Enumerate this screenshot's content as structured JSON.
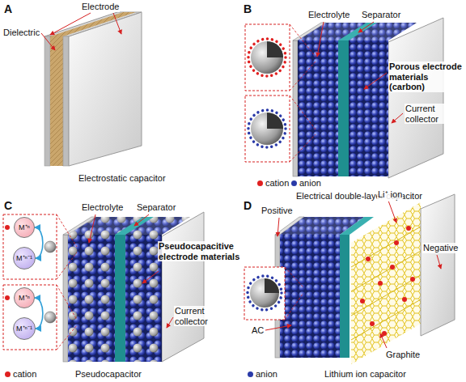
{
  "diagram": {
    "nodes": [
      {
        "text": [
          "M⁺ⁿ"
        ]
      },
      {
        "text": [
          "M⁺ⁿ⁻¹"
        ]
      },
      {
        "text": [
          "M⁺ⁿ"
        ]
      },
      {
        "text": [
          "M⁺ⁿ⁻¹"
        ]
      }
    ],
    "edges": [
      {
        "from": 0,
        "to": 1,
        "arrow": "both"
      },
      {
        "from": 2,
        "to": 3,
        "arrow": "both"
      }
    ],
    "labels": [
      "A",
      "Electrode",
      "Dielectric",
      "Electrostatic capacitor",
      "B",
      "Electrolyte",
      "Separator",
      "Porous electrode materials (carbon)",
      "Current collector",
      "Electrical double-layer capacitor",
      "C",
      "Electrolyte",
      "Separator",
      "Pseudocapacitive electrode materials",
      "Current collector",
      "Pseudocapacitor",
      "D",
      "Positive",
      "Li⁺ ion",
      "Negative",
      "AC",
      "Graphite",
      "Lithium ion capacitor"
    ],
    "legend": [
      {
        "text": "cation",
        "color": "#e02020"
      },
      {
        "text": "anion",
        "color": "#2a3aa8"
      },
      {
        "text": "cation",
        "color": "#e02020"
      },
      {
        "text": "anion",
        "color": "#2a3aa8"
      }
    ]
  }
}
